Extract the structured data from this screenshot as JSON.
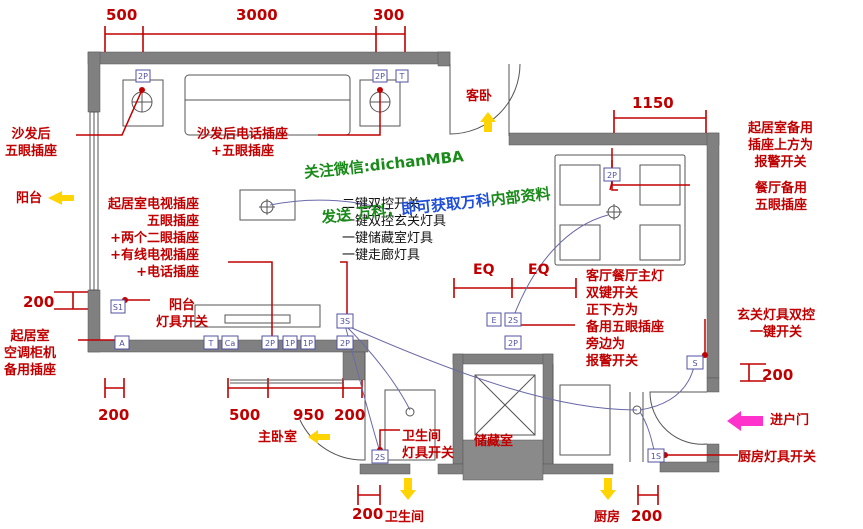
{
  "colors": {
    "accent": "#c00000",
    "wall": "#7f7f7f",
    "arrow_yellow": "#ffd400",
    "arrow_pink": "#ff33cc",
    "wire": "#6a6aa8",
    "watermark_green": "#1a8a1a",
    "watermark_blue": "#1f4fd6"
  },
  "dims": {
    "top": [
      "500",
      "3000",
      "300"
    ],
    "right_top": "1150",
    "left_mid": "200",
    "right_mid": "200",
    "bottom": [
      "200",
      "500",
      "950",
      "200",
      "200",
      "200"
    ]
  },
  "eq": [
    "EQ",
    "EQ"
  ],
  "rooms": {
    "balcony": "阳台",
    "bedroom_guest": "客卧",
    "bedroom_master": "主卧室",
    "bathroom": "卫生间",
    "kitchen": "厨房",
    "storage": "储藏室",
    "entrance": "进户门"
  },
  "labels": {
    "sofa_back": "沙发后\n五眼插座",
    "sofa_phone": "沙发后电话插座\n+五眼插座",
    "tv": "起居室电视插座\n五眼插座\n+两个二眼插座\n+有线电视插座\n+电话插座",
    "switch_group": "二键双控开关\n一键双控玄关灯具\n一键储藏室灯具\n一键走廊灯具",
    "balcony_light": "阳台\n灯具开关",
    "ac": "起居室\n空调柜机\n备用插座",
    "backup_top": "起居室备用\n插座上方为\n报警开关",
    "dining_backup": "餐厅备用\n五眼插座",
    "living_main": "客厅餐厅主灯\n双键开关\n正下方为\n备用五眼插座\n旁边为\n报警开关",
    "foyer": "玄关灯具双控\n一键开关",
    "bath_switch": "卫生间\n灯具开关",
    "kitchen_switch": "厨房灯具开关"
  },
  "symbols": {
    "a": "2P",
    "b": "2P",
    "c": "T",
    "d": "S1",
    "e": "A",
    "f": "T",
    "g": "Ca",
    "h": "2P",
    "i": "1P",
    "j": "1P",
    "k": "2P",
    "l": "3S",
    "m": "E",
    "n": "2S",
    "o": "2P",
    "p": "2P",
    "q": "S",
    "r": "1S",
    "s": "2S"
  },
  "watermark": {
    "line1": "关注微信:dichanMBA",
    "line2_a": "发送 万科，",
    "line2_b": "即可获取万科",
    "line2_c": "内部资料"
  }
}
